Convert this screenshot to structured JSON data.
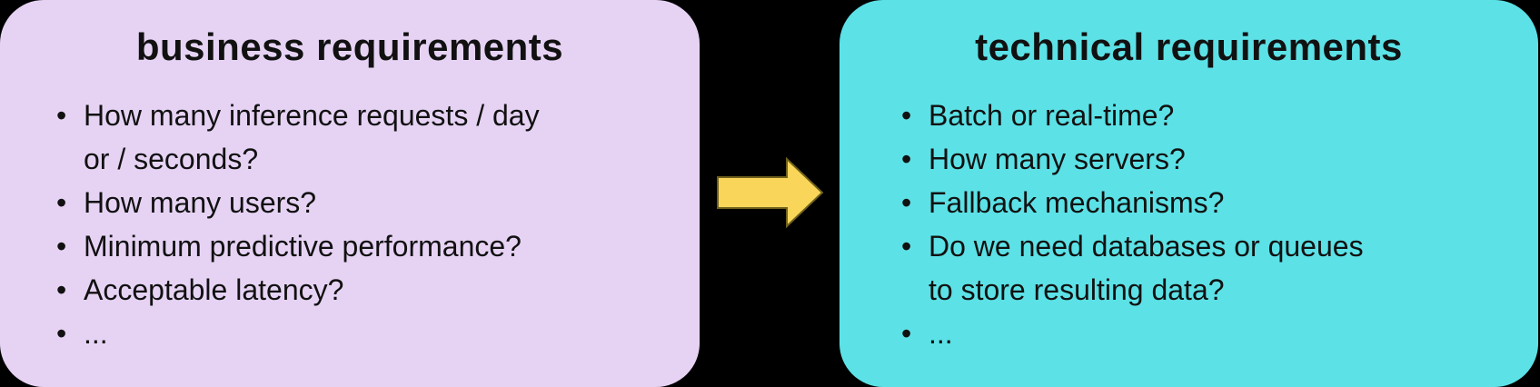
{
  "background_color": "#000000",
  "text_color": "#111111",
  "cards": [
    {
      "title": "business requirements",
      "bg_color": "#E6D3F4",
      "items": [
        "How many inference requests / day or / seconds?",
        "How many users?",
        "Minimum predictive performance?",
        "Acceptable latency?",
        "..."
      ]
    },
    {
      "title": "technical requirements",
      "bg_color": "#5CE1E6",
      "items": [
        "Batch or real-time?",
        "How many servers?",
        "Fallback mechanisms?",
        "Do we need databases or queues to store resulting data?",
        "..."
      ]
    }
  ],
  "arrow": {
    "name": "right-arrow",
    "fill_color": "#F9D65A",
    "stroke_color": "#6F601B"
  }
}
